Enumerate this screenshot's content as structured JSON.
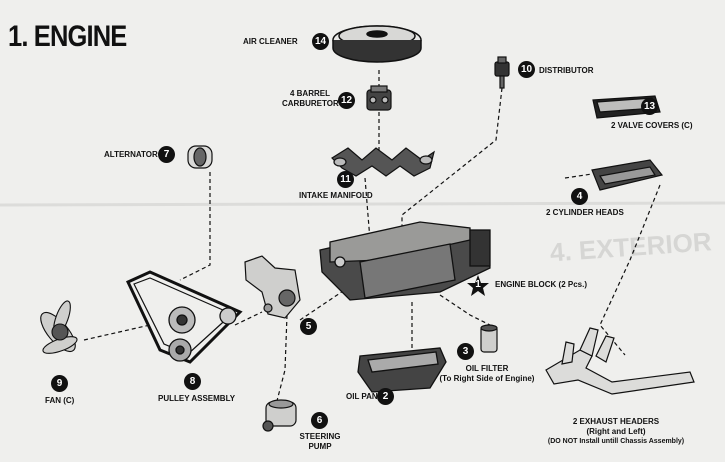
{
  "title": "1. ENGINE",
  "parts": [
    {
      "id": "air-cleaner",
      "num": "14",
      "label": "AIR CLEANER"
    },
    {
      "id": "carburetor",
      "num": "12",
      "label_l1": "4 BARREL",
      "label_l2": "CARBURETOR"
    },
    {
      "id": "distributor",
      "num": "10",
      "label": "DISTRIBUTOR"
    },
    {
      "id": "valve-covers",
      "num": "13",
      "label": "2 VALVE COVERS (C)"
    },
    {
      "id": "alternator",
      "num": "7",
      "label": "ALTERNATOR"
    },
    {
      "id": "intake-manifold",
      "num": "11",
      "label": "INTAKE MANIFOLD"
    },
    {
      "id": "cylinder-heads",
      "num": "4",
      "label": "2 CYLINDER HEADS"
    },
    {
      "id": "engine-block",
      "num": "1",
      "label": "ENGINE BLOCK (2 Pcs.)"
    },
    {
      "id": "part-5",
      "num": "5"
    },
    {
      "id": "oil-filter",
      "num": "3",
      "label_l1": "OIL FILTER",
      "label_l2": "(To Right Side of Engine)"
    },
    {
      "id": "fan",
      "num": "9",
      "label": "FAN (C)"
    },
    {
      "id": "pulley-assembly",
      "num": "8",
      "label": "PULLEY ASSEMBLY"
    },
    {
      "id": "oil-pan",
      "num": "2",
      "label": "OIL PAN"
    },
    {
      "id": "steering-pump",
      "num": "6",
      "label_l1": "STEERING",
      "label_l2": "PUMP"
    },
    {
      "id": "exhaust-headers",
      "label_l1": "2 EXHAUST HEADERS",
      "label_l2": "(Right and Left)",
      "label_l3": "(DO NOT Install untill Chassis Assembly)"
    }
  ],
  "background_text": "4. EXTERIOR"
}
